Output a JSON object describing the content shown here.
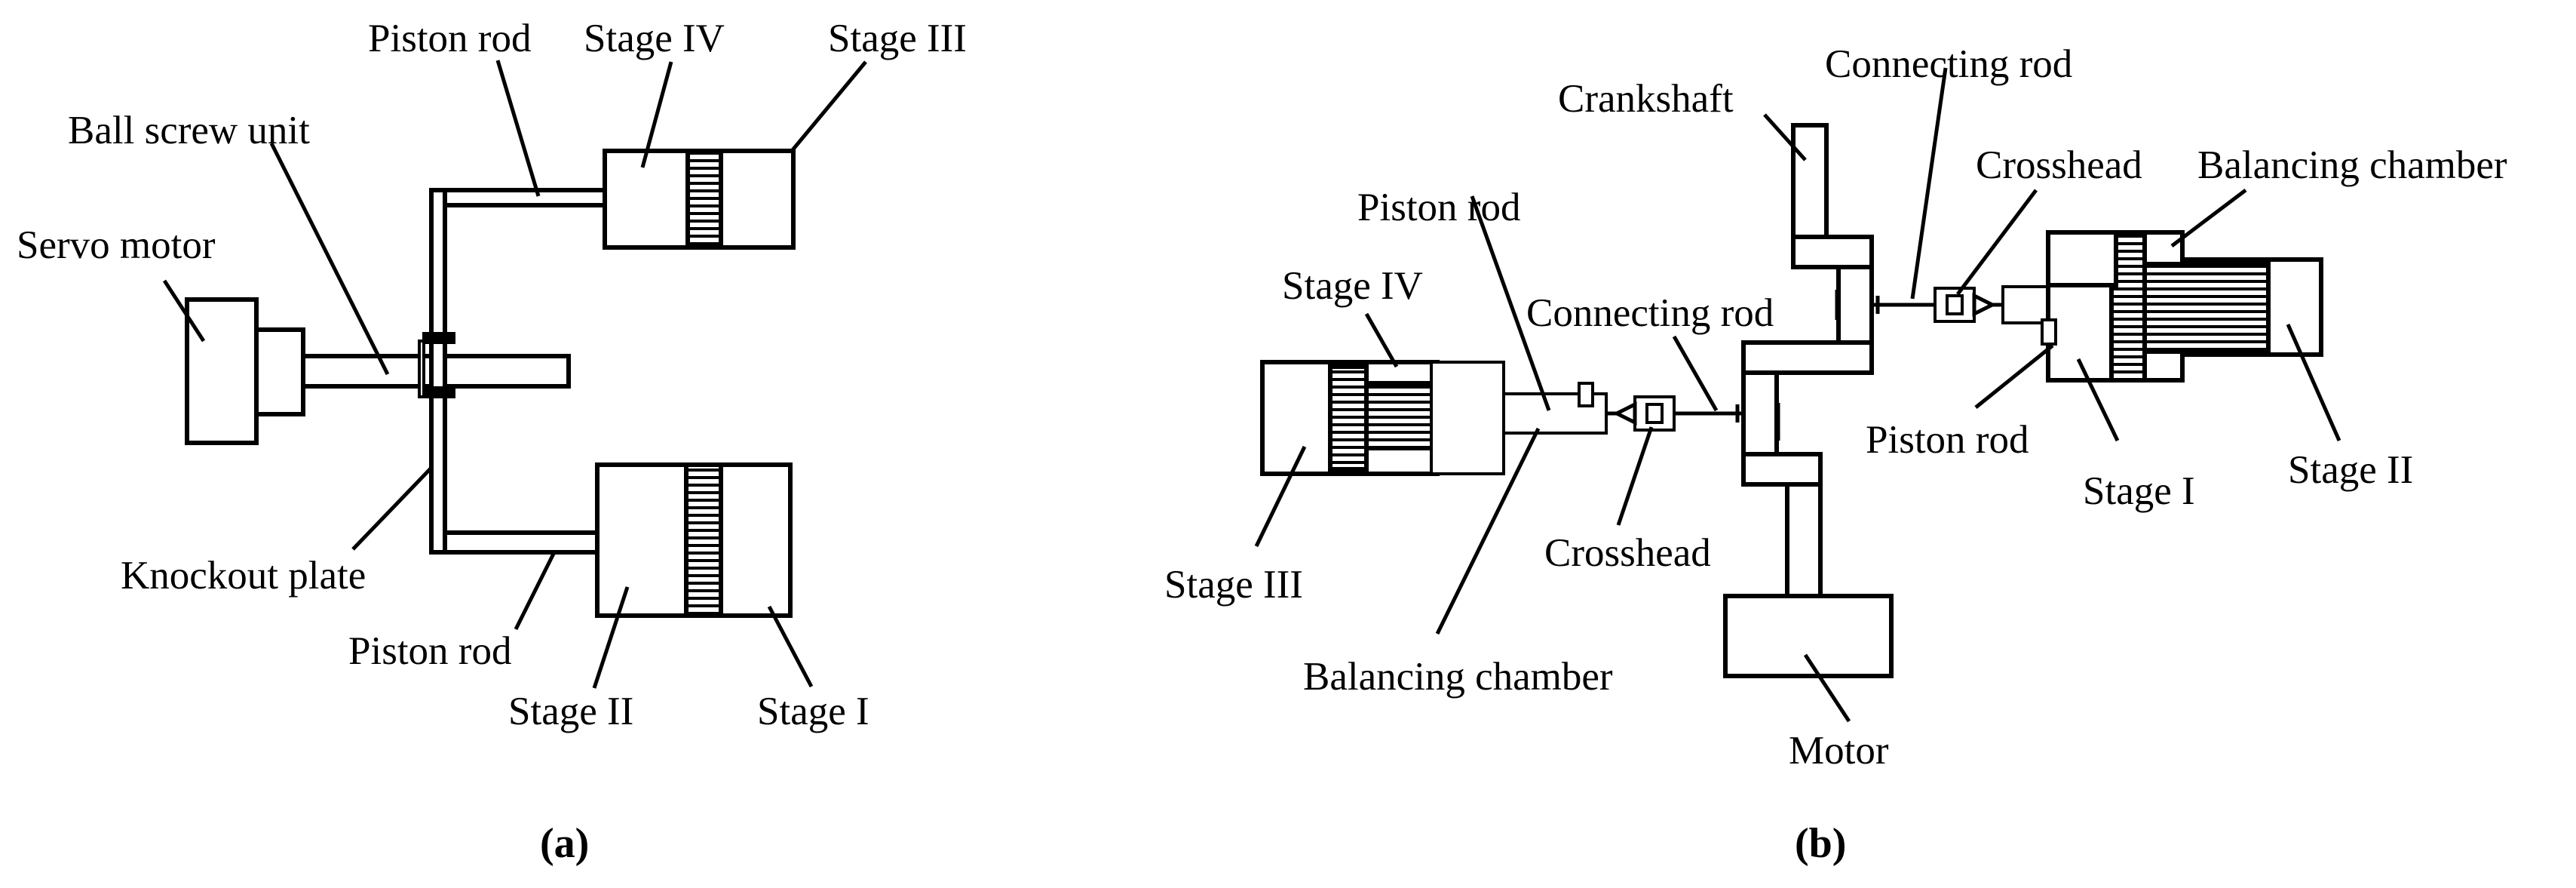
{
  "panel_a": {
    "caption": "(a)",
    "labels": {
      "piston_rod_top": "Piston rod",
      "stage_iv": "Stage IV",
      "stage_iii": "Stage III",
      "ball_screw_unit": "Ball screw unit",
      "servo_motor": "Servo motor",
      "knockout_plate": "Knockout plate",
      "piston_rod_bottom": "Piston rod",
      "stage_ii": "Stage II",
      "stage_i": "Stage I"
    }
  },
  "panel_b": {
    "caption": "(b)",
    "labels": {
      "crankshaft": "Crankshaft",
      "connecting_rod_top": "Connecting rod",
      "crosshead_top": "Crosshead",
      "balancing_chamber_top": "Balancing chamber",
      "piston_rod_left": "Piston rod",
      "stage_iv": "Stage IV",
      "connecting_rod_left": "Connecting rod",
      "piston_rod_right": "Piston rod",
      "stage_i": "Stage I",
      "stage_ii": "Stage II",
      "stage_iii": "Stage III",
      "crosshead_bottom": "Crosshead",
      "balancing_chamber_bottom": "Balancing chamber",
      "motor": "Motor"
    }
  }
}
